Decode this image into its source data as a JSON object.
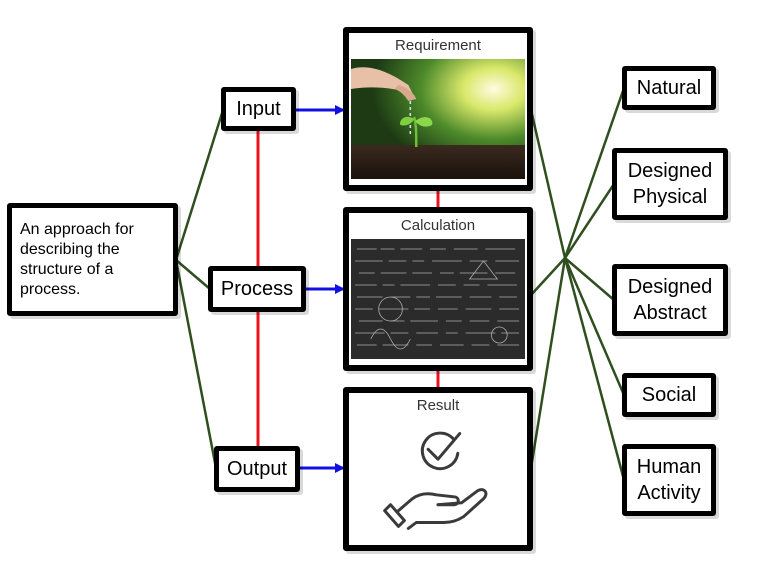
{
  "description": "An approach for describing the structure of a process.",
  "stages": {
    "input": "Input",
    "process": "Process",
    "output": "Output"
  },
  "panels": {
    "requirement": "Requirement",
    "calculation": "Calculation",
    "result": "Result"
  },
  "categories": [
    "Natural",
    "Designed Physical",
    "Designed Abstract",
    "Social",
    "Human Activity"
  ],
  "images": {
    "requirement": "seedling-watering-photo",
    "calculation": "math-formulas-chalkboard",
    "result": "hand-checkmark-icon"
  },
  "colors": {
    "green_line": "#2f4f1f",
    "red_line": "#e8141c",
    "blue_arrow": "#1010e0"
  }
}
